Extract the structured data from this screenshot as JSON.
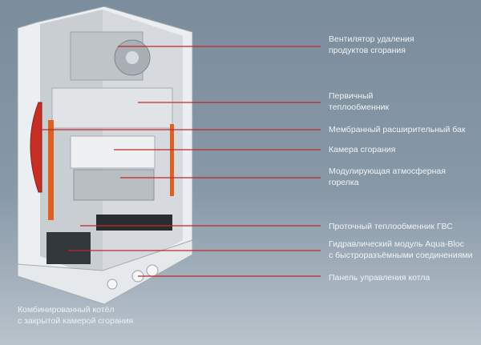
{
  "labels": [
    {
      "lines": [
        "Вентилятор удаления",
        "продуктов сгорания"
      ]
    },
    {
      "lines": [
        "Первичный",
        "теплообменник"
      ]
    },
    {
      "lines": [
        "Мембранный расширительный бак"
      ]
    },
    {
      "lines": [
        "Камера сгорания"
      ]
    },
    {
      "lines": [
        "Модулирующая атмосферная",
        "горелка"
      ]
    },
    {
      "lines": [
        "Проточный теплообменник ГВС"
      ]
    },
    {
      "lines": [
        "Гидравлический модуль Aqua-Bloc",
        "с быстроразъёмными соединениями"
      ]
    },
    {
      "lines": [
        "Панель управления котла"
      ]
    }
  ],
  "caption": {
    "lines": [
      "Комбинированный котёл",
      "с закрытой камерой сгорания"
    ]
  },
  "colors": {
    "leader": "#c0282d",
    "background": "#7f91a1",
    "cabinet": "#eef0f2"
  }
}
